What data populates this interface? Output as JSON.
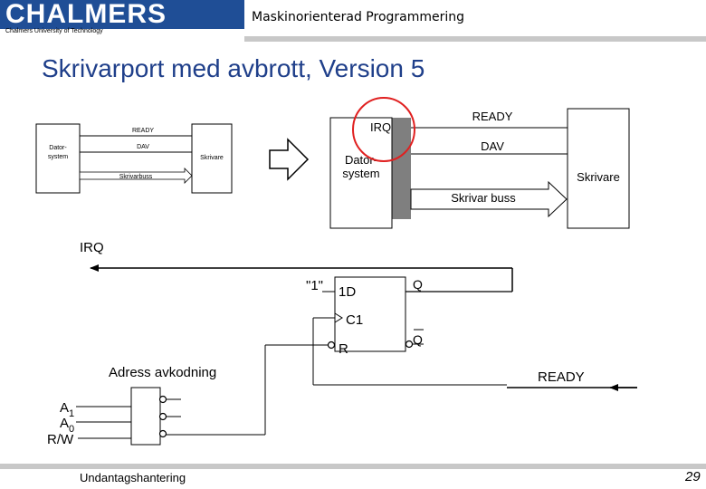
{
  "header": {
    "logo_text": "CHALMERS",
    "logo_subtext": "Chalmers University of Technology",
    "course": "Maskinorienterad Programmering"
  },
  "slide": {
    "title": "Skrivarport med avbrott, Version 5",
    "footer": "Undantagshantering",
    "page_number": "29"
  },
  "small_diagram": {
    "computer": "Dator-\nsystem",
    "printer": "Skrivare",
    "ready": "READY",
    "dav": "DAV",
    "bus": "Skrivarbuss"
  },
  "big_diagram": {
    "irq": "IRQ",
    "ready": "READY",
    "dav": "DAV",
    "computer_line1": "Dator-",
    "computer_line2": "system",
    "printer": "Skrivare",
    "bus": "Skrivar buss"
  },
  "circuit": {
    "irq": "IRQ",
    "one": "\"1\"",
    "d_input": "1D",
    "clock_input": "C1",
    "reset_input": "R",
    "q_output": "Q",
    "q_bar_output": "Q",
    "address_decoding": "Adress avkodning",
    "ready": "READY",
    "a1_letter": "A",
    "a1_sub": "1",
    "a0_letter": "A",
    "a0_sub": "0",
    "rw": "R/W"
  },
  "colors": {
    "title": "#1f3f8a",
    "brand": "#1f4e96",
    "highlight_circle": "#e02020"
  }
}
